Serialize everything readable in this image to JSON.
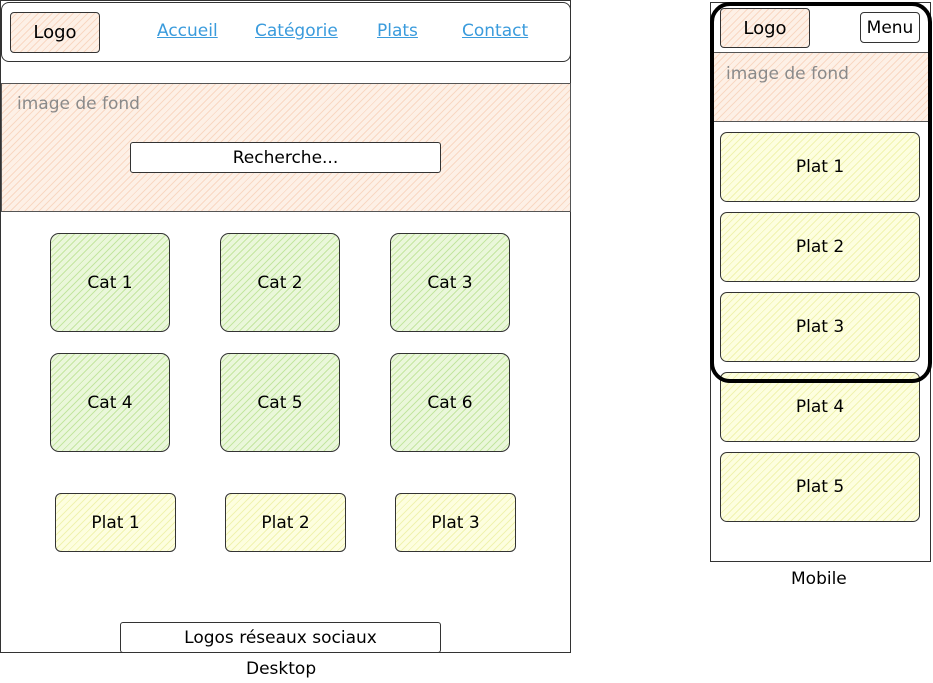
{
  "desktop": {
    "caption": "Desktop",
    "logo": "Logo",
    "nav": [
      "Accueil",
      "Catégorie",
      "Plats",
      "Contact"
    ],
    "hero_text": "image de fond",
    "search_placeholder": "Recherche...",
    "categories": [
      "Cat 1",
      "Cat 2",
      "Cat 3",
      "Cat 4",
      "Cat 5",
      "Cat 6"
    ],
    "dishes": [
      "Plat 1",
      "Plat 2",
      "Plat 3"
    ],
    "footer": "Logos réseaux sociaux"
  },
  "mobile": {
    "caption": "Mobile",
    "logo": "Logo",
    "menu": "Menu",
    "hero_text": "image de fond",
    "dishes": [
      "Plat 1",
      "Plat 2",
      "Plat 3",
      "Plat 4",
      "Plat 5"
    ]
  },
  "colors": {
    "hero": "#fdf0e6",
    "category": "#eaf7da",
    "dish": "#fdfedf",
    "link": "#3a9bdc"
  }
}
